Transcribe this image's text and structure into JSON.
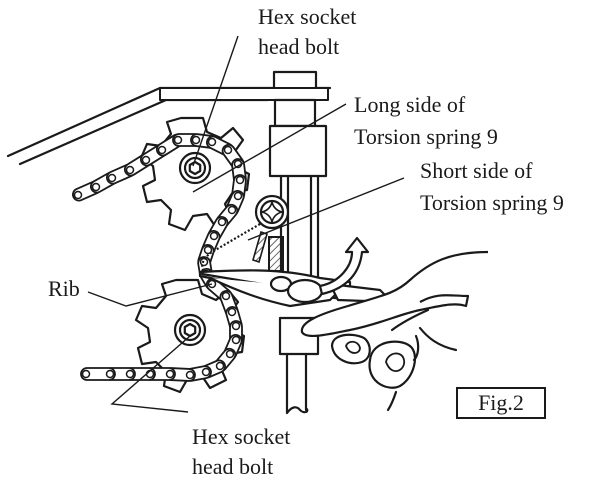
{
  "figure": {
    "caption": "Fig.2",
    "labels": {
      "hex_bolt_top_line1": "Hex socket",
      "hex_bolt_top_line2": "head bolt",
      "long_side_line1": "Long side of",
      "long_side_line2": "Torsion spring 9",
      "short_side_line1": "Short side of",
      "short_side_line2": "Torsion spring 9",
      "rib": "Rib",
      "hex_bolt_bottom_line1": "Hex socket",
      "hex_bolt_bottom_line2": "head bolt"
    },
    "components": [
      "upper-sprocket",
      "lower-sprocket",
      "roller-chain",
      "vertical-post",
      "tension-pulley",
      "torsion-spring",
      "needle-nose-pliers",
      "hand",
      "direction-arrow"
    ],
    "colors": {
      "ink": "#1a1a1a",
      "background": "#ffffff"
    }
  }
}
